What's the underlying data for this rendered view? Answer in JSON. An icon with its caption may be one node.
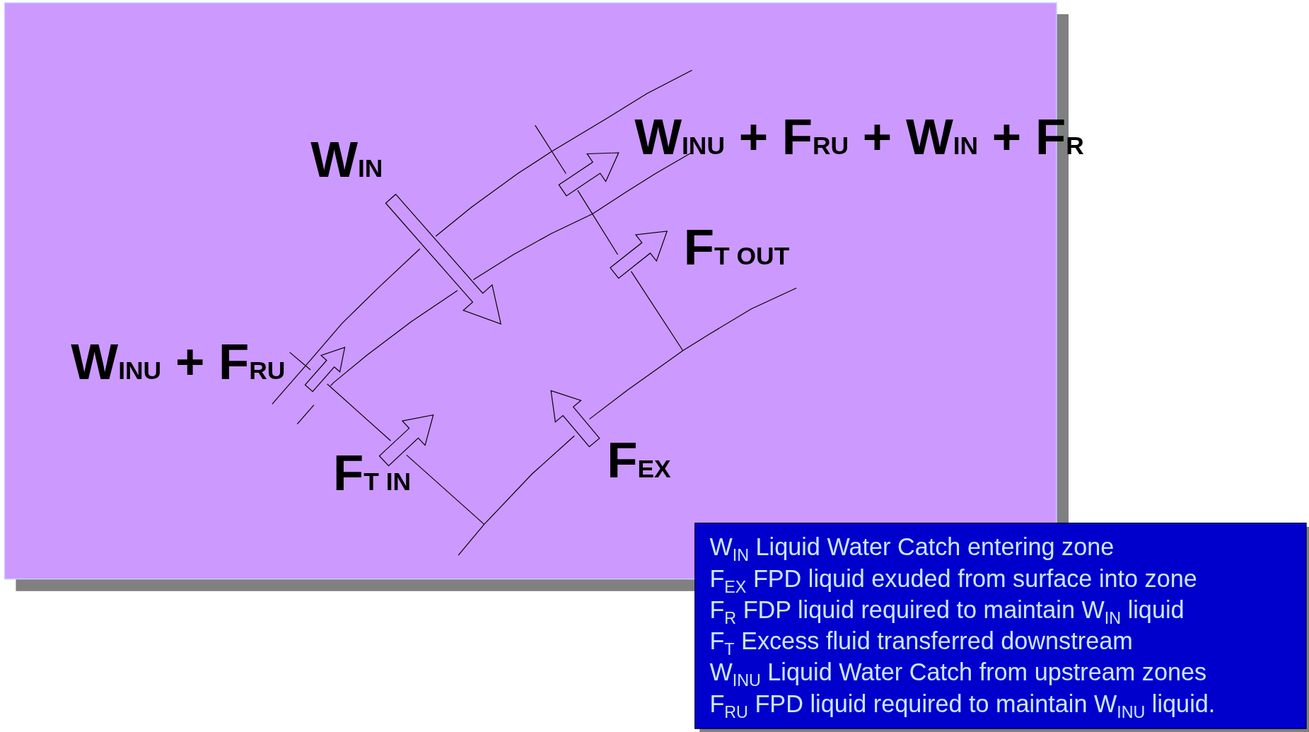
{
  "diagram": {
    "labels": [
      "W$_{INU}$ + F$_{RU}$ + W$_{IN}$ + F$_{R}$",
      "W$_{IN}$",
      "F$_{T OUT}$",
      "W$_{INU}$ + F$_{RU}$",
      "F$_{EX}$",
      "F$_{T IN}$",
      "W$_{IN}$ Liquid Water Catch entering zone",
      "F$_{EX}$ FPD liquid exuded from surface into zone",
      "F$_{R}$ FDP liquid required to maintain W$_{IN}$ liquid",
      "F$_{T}$ Excess fluid transferred downstream",
      "W$_{INU}$ Liquid Water Catch from upstream zones",
      "F$_{RU}$ FPD liquid required to maintain W$_{INU}$ liquid."
    ]
  }
}
